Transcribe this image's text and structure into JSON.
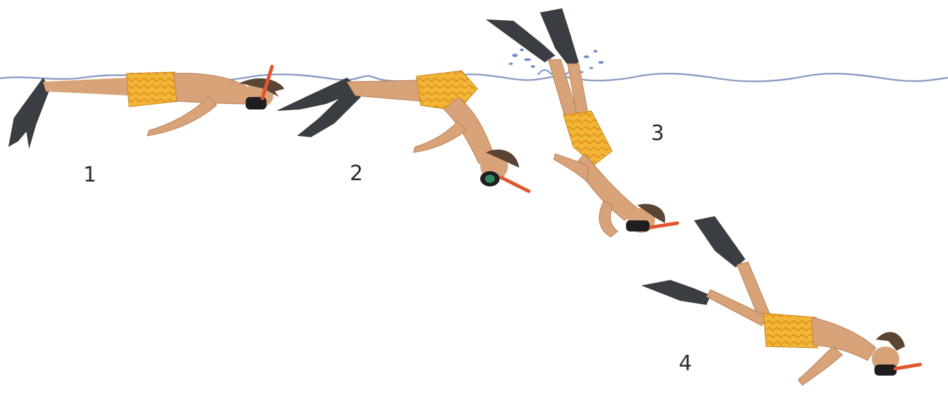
{
  "diagram": {
    "steps": [
      {
        "label": "1"
      },
      {
        "label": "2"
      },
      {
        "label": "3"
      },
      {
        "label": "4"
      }
    ]
  },
  "colors": {
    "water_line": "#8a9bc2",
    "splash": "#6f8fd0",
    "skin": "#d9a37a",
    "skin_shade": "#b97f55",
    "shorts": "#f3b535",
    "shorts_pattern": "#d88a1c",
    "fins": "#3a3d42",
    "mask": "#1e1e1e",
    "snorkel": "#e2542d",
    "hair": "#5a4535",
    "label_text": "#2b2b2b"
  }
}
